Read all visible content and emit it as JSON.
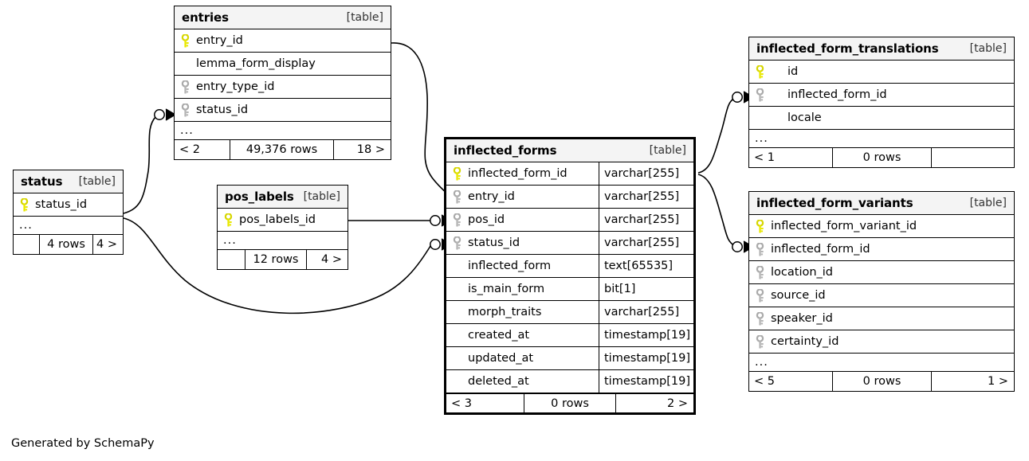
{
  "diagram": {
    "generator_note": "Generated by SchemaPy",
    "table_tag": "[table]",
    "ellipsis": "...",
    "pk_icon": "yellow-key-icon",
    "fk_icon": "gray-key-icon"
  },
  "tables": [
    {
      "id": "status",
      "name": "status",
      "tag": "[table]",
      "columns": [
        {
          "key": "pk",
          "name": "status_id",
          "type": ""
        }
      ],
      "has_ellipsis": true,
      "footer": {
        "left": "",
        "mid": "4 rows",
        "right": "4 >"
      }
    },
    {
      "id": "entries",
      "name": "entries",
      "tag": "[table]",
      "columns": [
        {
          "key": "pk",
          "name": "entry_id",
          "type": ""
        },
        {
          "key": "none",
          "name": "lemma_form_display",
          "type": ""
        },
        {
          "key": "fk",
          "name": "entry_type_id",
          "type": ""
        },
        {
          "key": "fk",
          "name": "status_id",
          "type": ""
        }
      ],
      "has_ellipsis": true,
      "footer": {
        "left": "< 2",
        "mid": "49,376 rows",
        "right": "18 >"
      }
    },
    {
      "id": "pos_labels",
      "name": "pos_labels",
      "tag": "[table]",
      "columns": [
        {
          "key": "pk",
          "name": "pos_labels_id",
          "type": ""
        }
      ],
      "has_ellipsis": true,
      "footer": {
        "left": "",
        "mid": "12 rows",
        "right": "4 >"
      }
    },
    {
      "id": "inflected_forms",
      "name": "inflected_forms",
      "tag": "[table]",
      "columns": [
        {
          "key": "pk",
          "name": "inflected_form_id",
          "type": "varchar[255]"
        },
        {
          "key": "fk",
          "name": "entry_id",
          "type": "varchar[255]"
        },
        {
          "key": "fk",
          "name": "pos_id",
          "type": "varchar[255]"
        },
        {
          "key": "fk",
          "name": "status_id",
          "type": "varchar[255]"
        },
        {
          "key": "none",
          "name": "inflected_form",
          "type": "text[65535]"
        },
        {
          "key": "none",
          "name": "is_main_form",
          "type": "bit[1]"
        },
        {
          "key": "none",
          "name": "morph_traits",
          "type": "varchar[255]"
        },
        {
          "key": "none",
          "name": "created_at",
          "type": "timestamp[19]"
        },
        {
          "key": "none",
          "name": "updated_at",
          "type": "timestamp[19]"
        },
        {
          "key": "none",
          "name": "deleted_at",
          "type": "timestamp[19]"
        }
      ],
      "has_ellipsis": false,
      "footer": {
        "left": "< 3",
        "mid": "0 rows",
        "right": "2 >"
      }
    },
    {
      "id": "inflected_form_translations",
      "name": "inflected_form_translations",
      "tag": "[table]",
      "columns": [
        {
          "key": "pk",
          "name": "id",
          "type": ""
        },
        {
          "key": "fk",
          "name": "inflected_form_id",
          "type": ""
        },
        {
          "key": "none",
          "name": "locale",
          "type": ""
        }
      ],
      "has_ellipsis": true,
      "footer": {
        "left": "< 1",
        "mid": "0 rows",
        "right": ""
      }
    },
    {
      "id": "inflected_form_variants",
      "name": "inflected_form_variants",
      "tag": "[table]",
      "columns": [
        {
          "key": "pk",
          "name": "inflected_form_variant_id",
          "type": ""
        },
        {
          "key": "fk",
          "name": "inflected_form_id",
          "type": ""
        },
        {
          "key": "fk",
          "name": "location_id",
          "type": ""
        },
        {
          "key": "fk",
          "name": "source_id",
          "type": ""
        },
        {
          "key": "fk",
          "name": "speaker_id",
          "type": ""
        },
        {
          "key": "fk",
          "name": "certainty_id",
          "type": ""
        }
      ],
      "has_ellipsis": true,
      "footer": {
        "left": "< 5",
        "mid": "0 rows",
        "right": "1 >"
      }
    }
  ],
  "relationships": [
    {
      "from": "entries.entry_id",
      "to": "inflected_forms.entry_id"
    },
    {
      "from": "pos_labels.pos_labels_id",
      "to": "inflected_forms.pos_id"
    },
    {
      "from": "status.status_id",
      "to": "inflected_forms.status_id"
    },
    {
      "from": "status.status_id",
      "to": "entries.status_id"
    },
    {
      "from": "inflected_forms.inflected_form_id",
      "to": "inflected_form_translations.inflected_form_id"
    },
    {
      "from": "inflected_forms.inflected_form_id",
      "to": "inflected_form_variants.inflected_form_id"
    }
  ]
}
